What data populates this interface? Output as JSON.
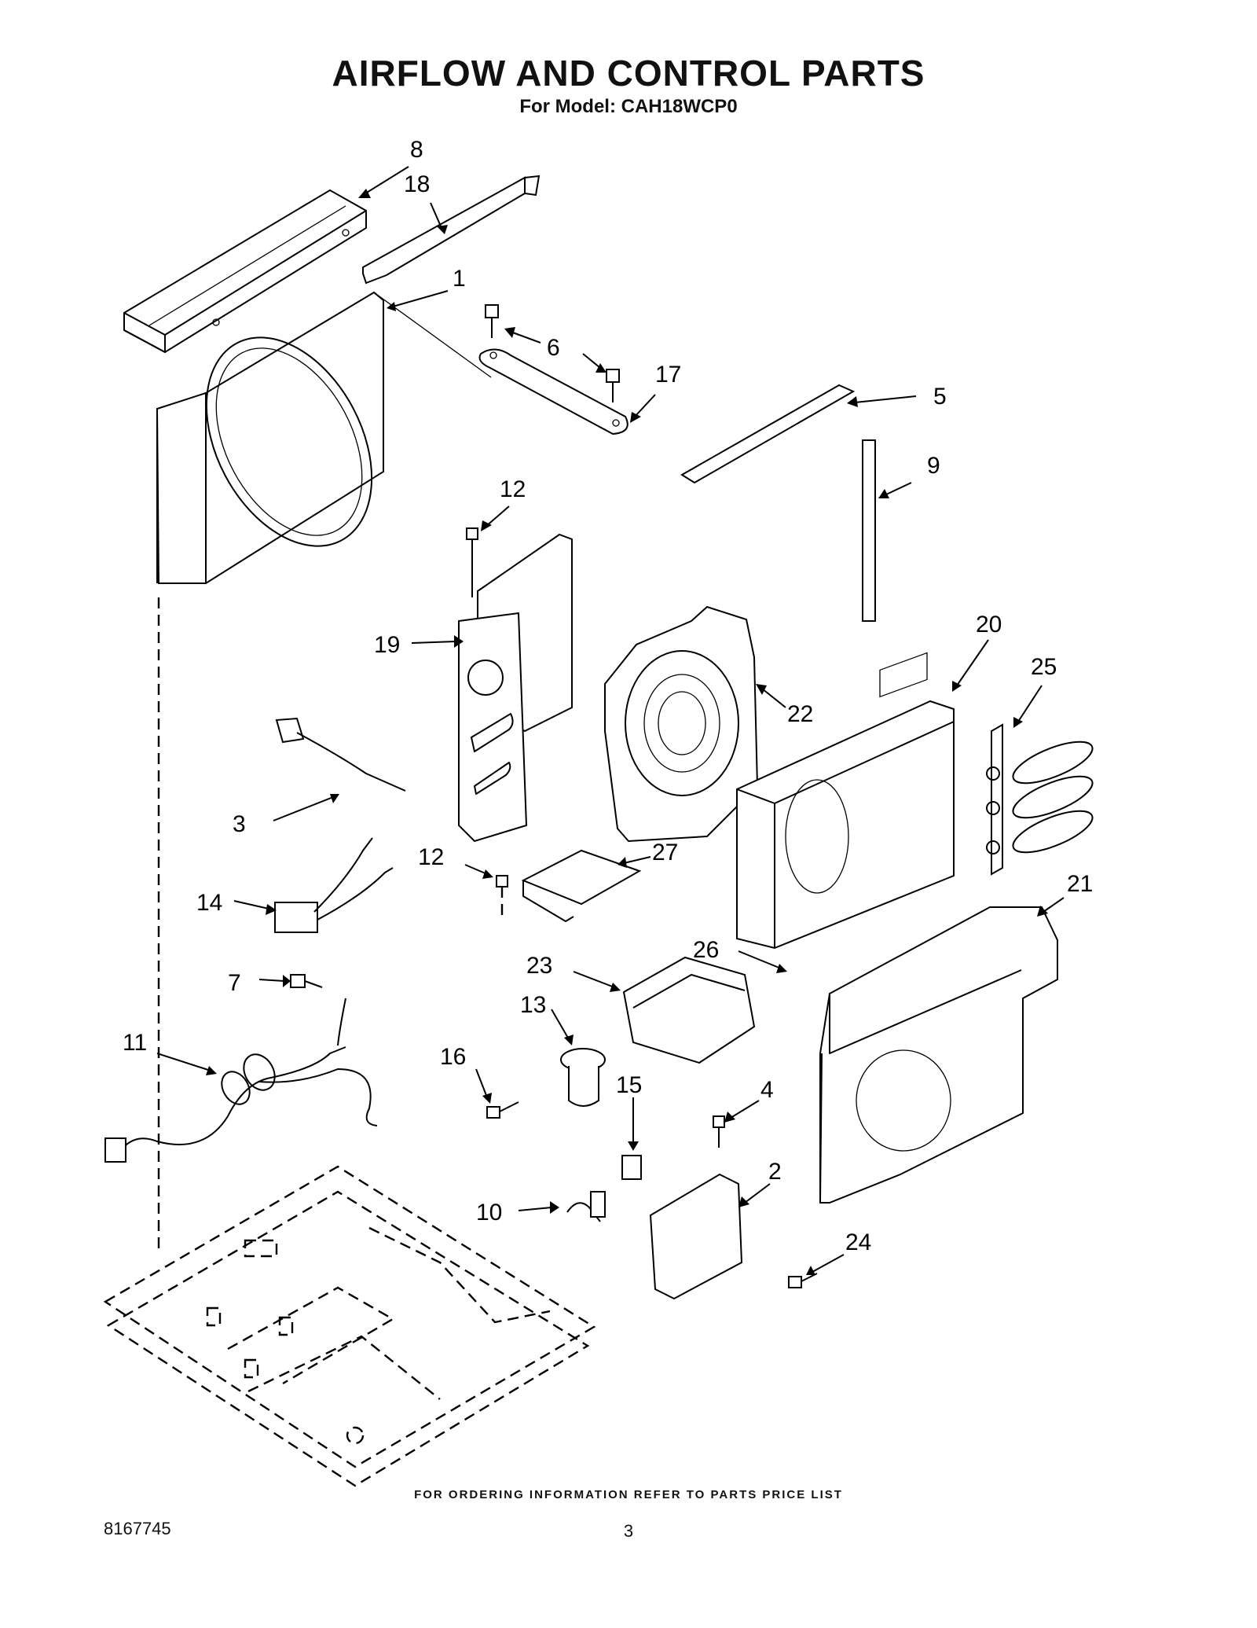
{
  "header": {
    "title": "AIRFLOW AND CONTROL PARTS",
    "subtitle": "For Model: CAH18WCP0"
  },
  "callouts": [
    {
      "id": "c1",
      "label": "1"
    },
    {
      "id": "c2",
      "label": "2"
    },
    {
      "id": "c3",
      "label": "3"
    },
    {
      "id": "c4",
      "label": "4"
    },
    {
      "id": "c5",
      "label": "5"
    },
    {
      "id": "c6",
      "label": "6"
    },
    {
      "id": "c7",
      "label": "7"
    },
    {
      "id": "c8",
      "label": "8"
    },
    {
      "id": "c9",
      "label": "9"
    },
    {
      "id": "c10",
      "label": "10"
    },
    {
      "id": "c11",
      "label": "11"
    },
    {
      "id": "c12a",
      "label": "12"
    },
    {
      "id": "c12b",
      "label": "12"
    },
    {
      "id": "c13",
      "label": "13"
    },
    {
      "id": "c14",
      "label": "14"
    },
    {
      "id": "c15",
      "label": "15"
    },
    {
      "id": "c16",
      "label": "16"
    },
    {
      "id": "c17",
      "label": "17"
    },
    {
      "id": "c18",
      "label": "18"
    },
    {
      "id": "c19",
      "label": "19"
    },
    {
      "id": "c20",
      "label": "20"
    },
    {
      "id": "c21",
      "label": "21"
    },
    {
      "id": "c22",
      "label": "22"
    },
    {
      "id": "c23",
      "label": "23"
    },
    {
      "id": "c24",
      "label": "24"
    },
    {
      "id": "c25",
      "label": "25"
    },
    {
      "id": "c26",
      "label": "26"
    },
    {
      "id": "c27",
      "label": "27"
    }
  ],
  "footer": {
    "ordering_note": "FOR ORDERING INFORMATION REFER TO PARTS PRICE LIST",
    "document_number": "8167745",
    "page_number": "3"
  }
}
